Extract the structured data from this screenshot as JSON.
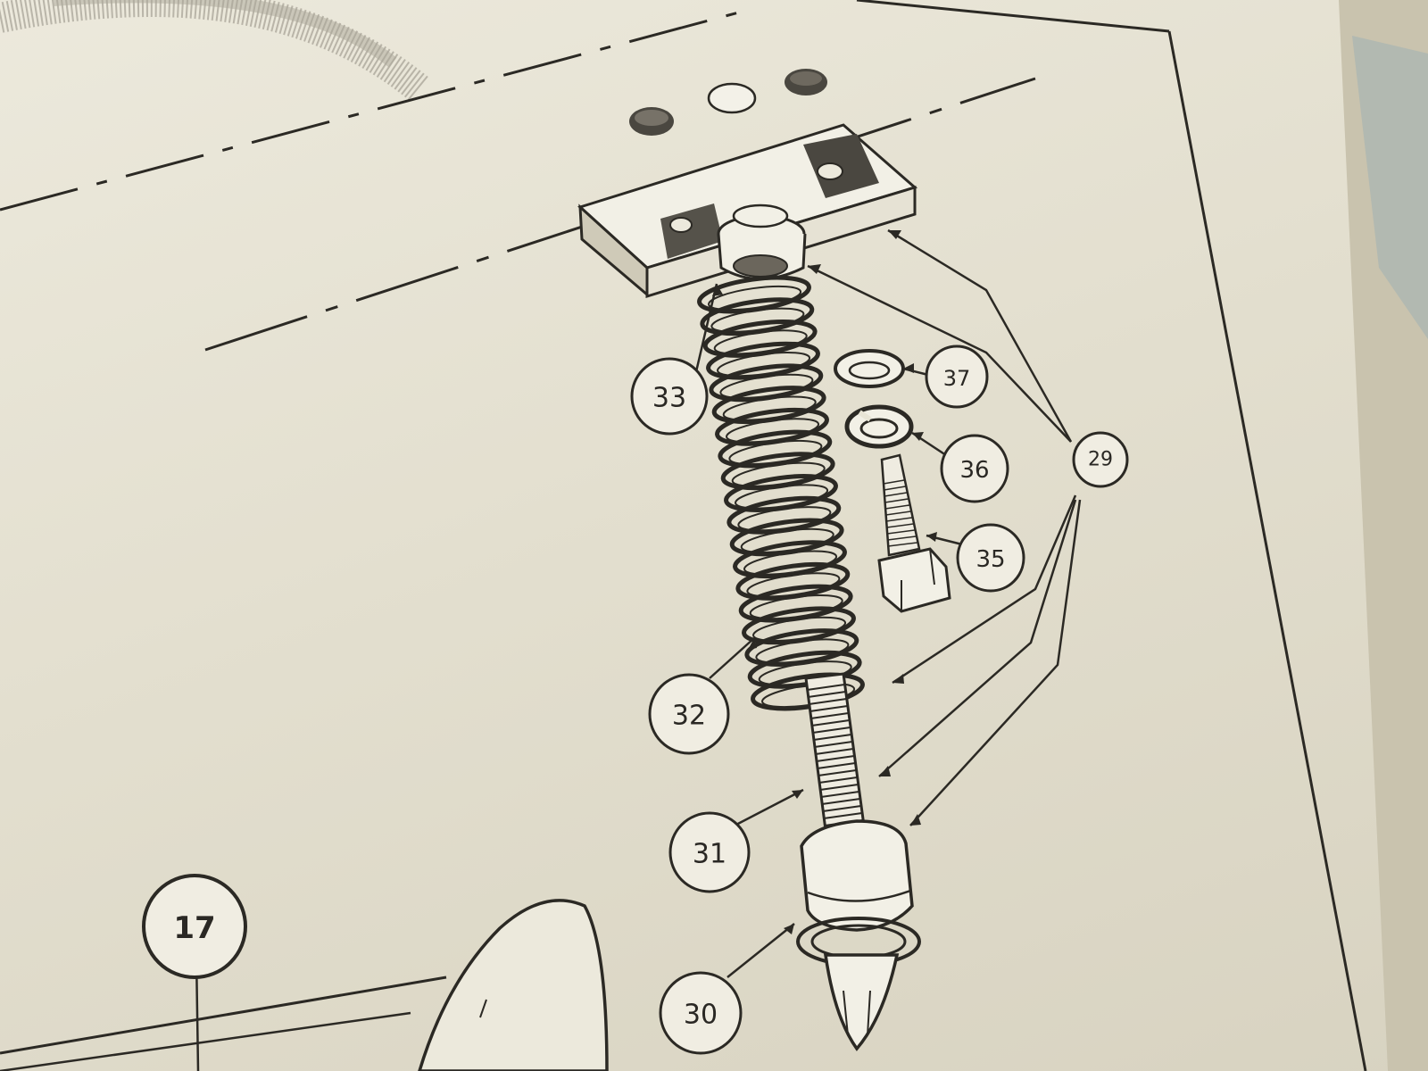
{
  "callouts": {
    "c17": "17",
    "c29": "29",
    "c30": "30",
    "c31": "31",
    "c32": "32",
    "c33": "33",
    "c35": "35",
    "c36": "36",
    "c37": "37"
  },
  "colors": {
    "paper": "#e8e5d6",
    "ink": "#2b2924",
    "shadow": "#d2cdbb"
  }
}
